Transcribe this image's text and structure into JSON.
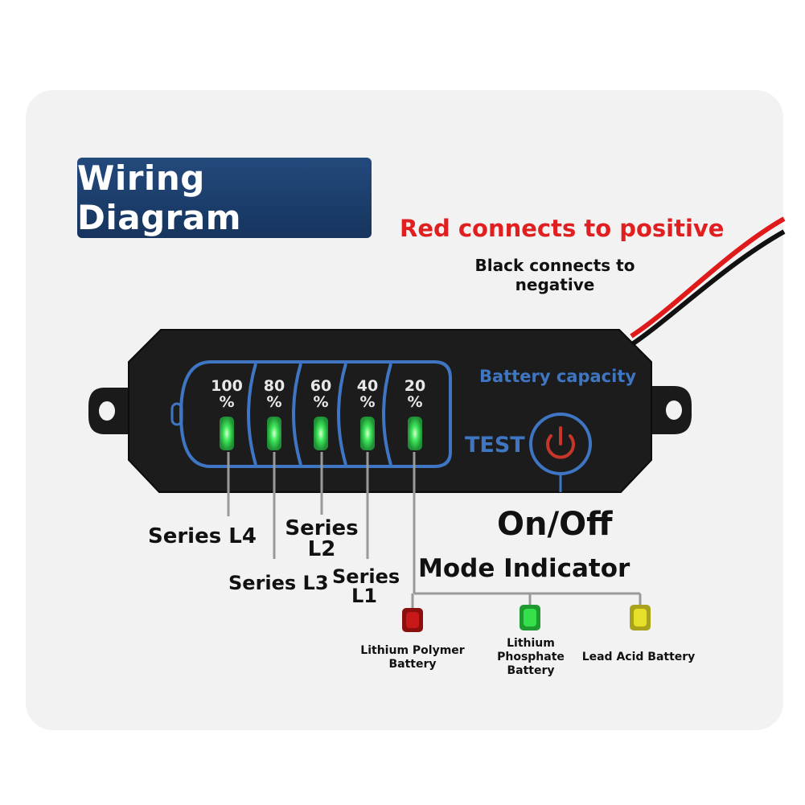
{
  "title": "Wiring Diagram",
  "wires": {
    "red_label": "Red connects to positive",
    "black_label": "Black connects to negative"
  },
  "device": {
    "capacity_label": "Battery capacity",
    "test_label": "TEST",
    "levels": [
      {
        "percent": "100",
        "unit": "%"
      },
      {
        "percent": "80",
        "unit": "%"
      },
      {
        "percent": "60",
        "unit": "%"
      },
      {
        "percent": "40",
        "unit": "%"
      },
      {
        "percent": "20",
        "unit": "%"
      }
    ]
  },
  "callouts": {
    "on_off": "On/Off",
    "series_l4": "Series L4",
    "series_l3": "Series L3",
    "series_l2_line1": "Series",
    "series_l2_line2": "L2",
    "series_l1_line1": "Series",
    "series_l1_line2": "L1",
    "mode_indicator": "Mode Indicator"
  },
  "modes": [
    {
      "line1": "Lithium Polymer",
      "line2": "Battery",
      "line3": "",
      "color": "#c81818"
    },
    {
      "line1": "Lithium",
      "line2": "Phosphate",
      "line3": "Battery",
      "color": "#35e04a"
    },
    {
      "line1": "Lead Acid Battery",
      "line2": "",
      "line3": "",
      "color": "#e6e02a"
    }
  ],
  "colors": {
    "accent_blue": "#3f76c4",
    "led_green": "#3ee65a",
    "power_red": "#c8352b",
    "title_bg": "#1c3d6b"
  }
}
